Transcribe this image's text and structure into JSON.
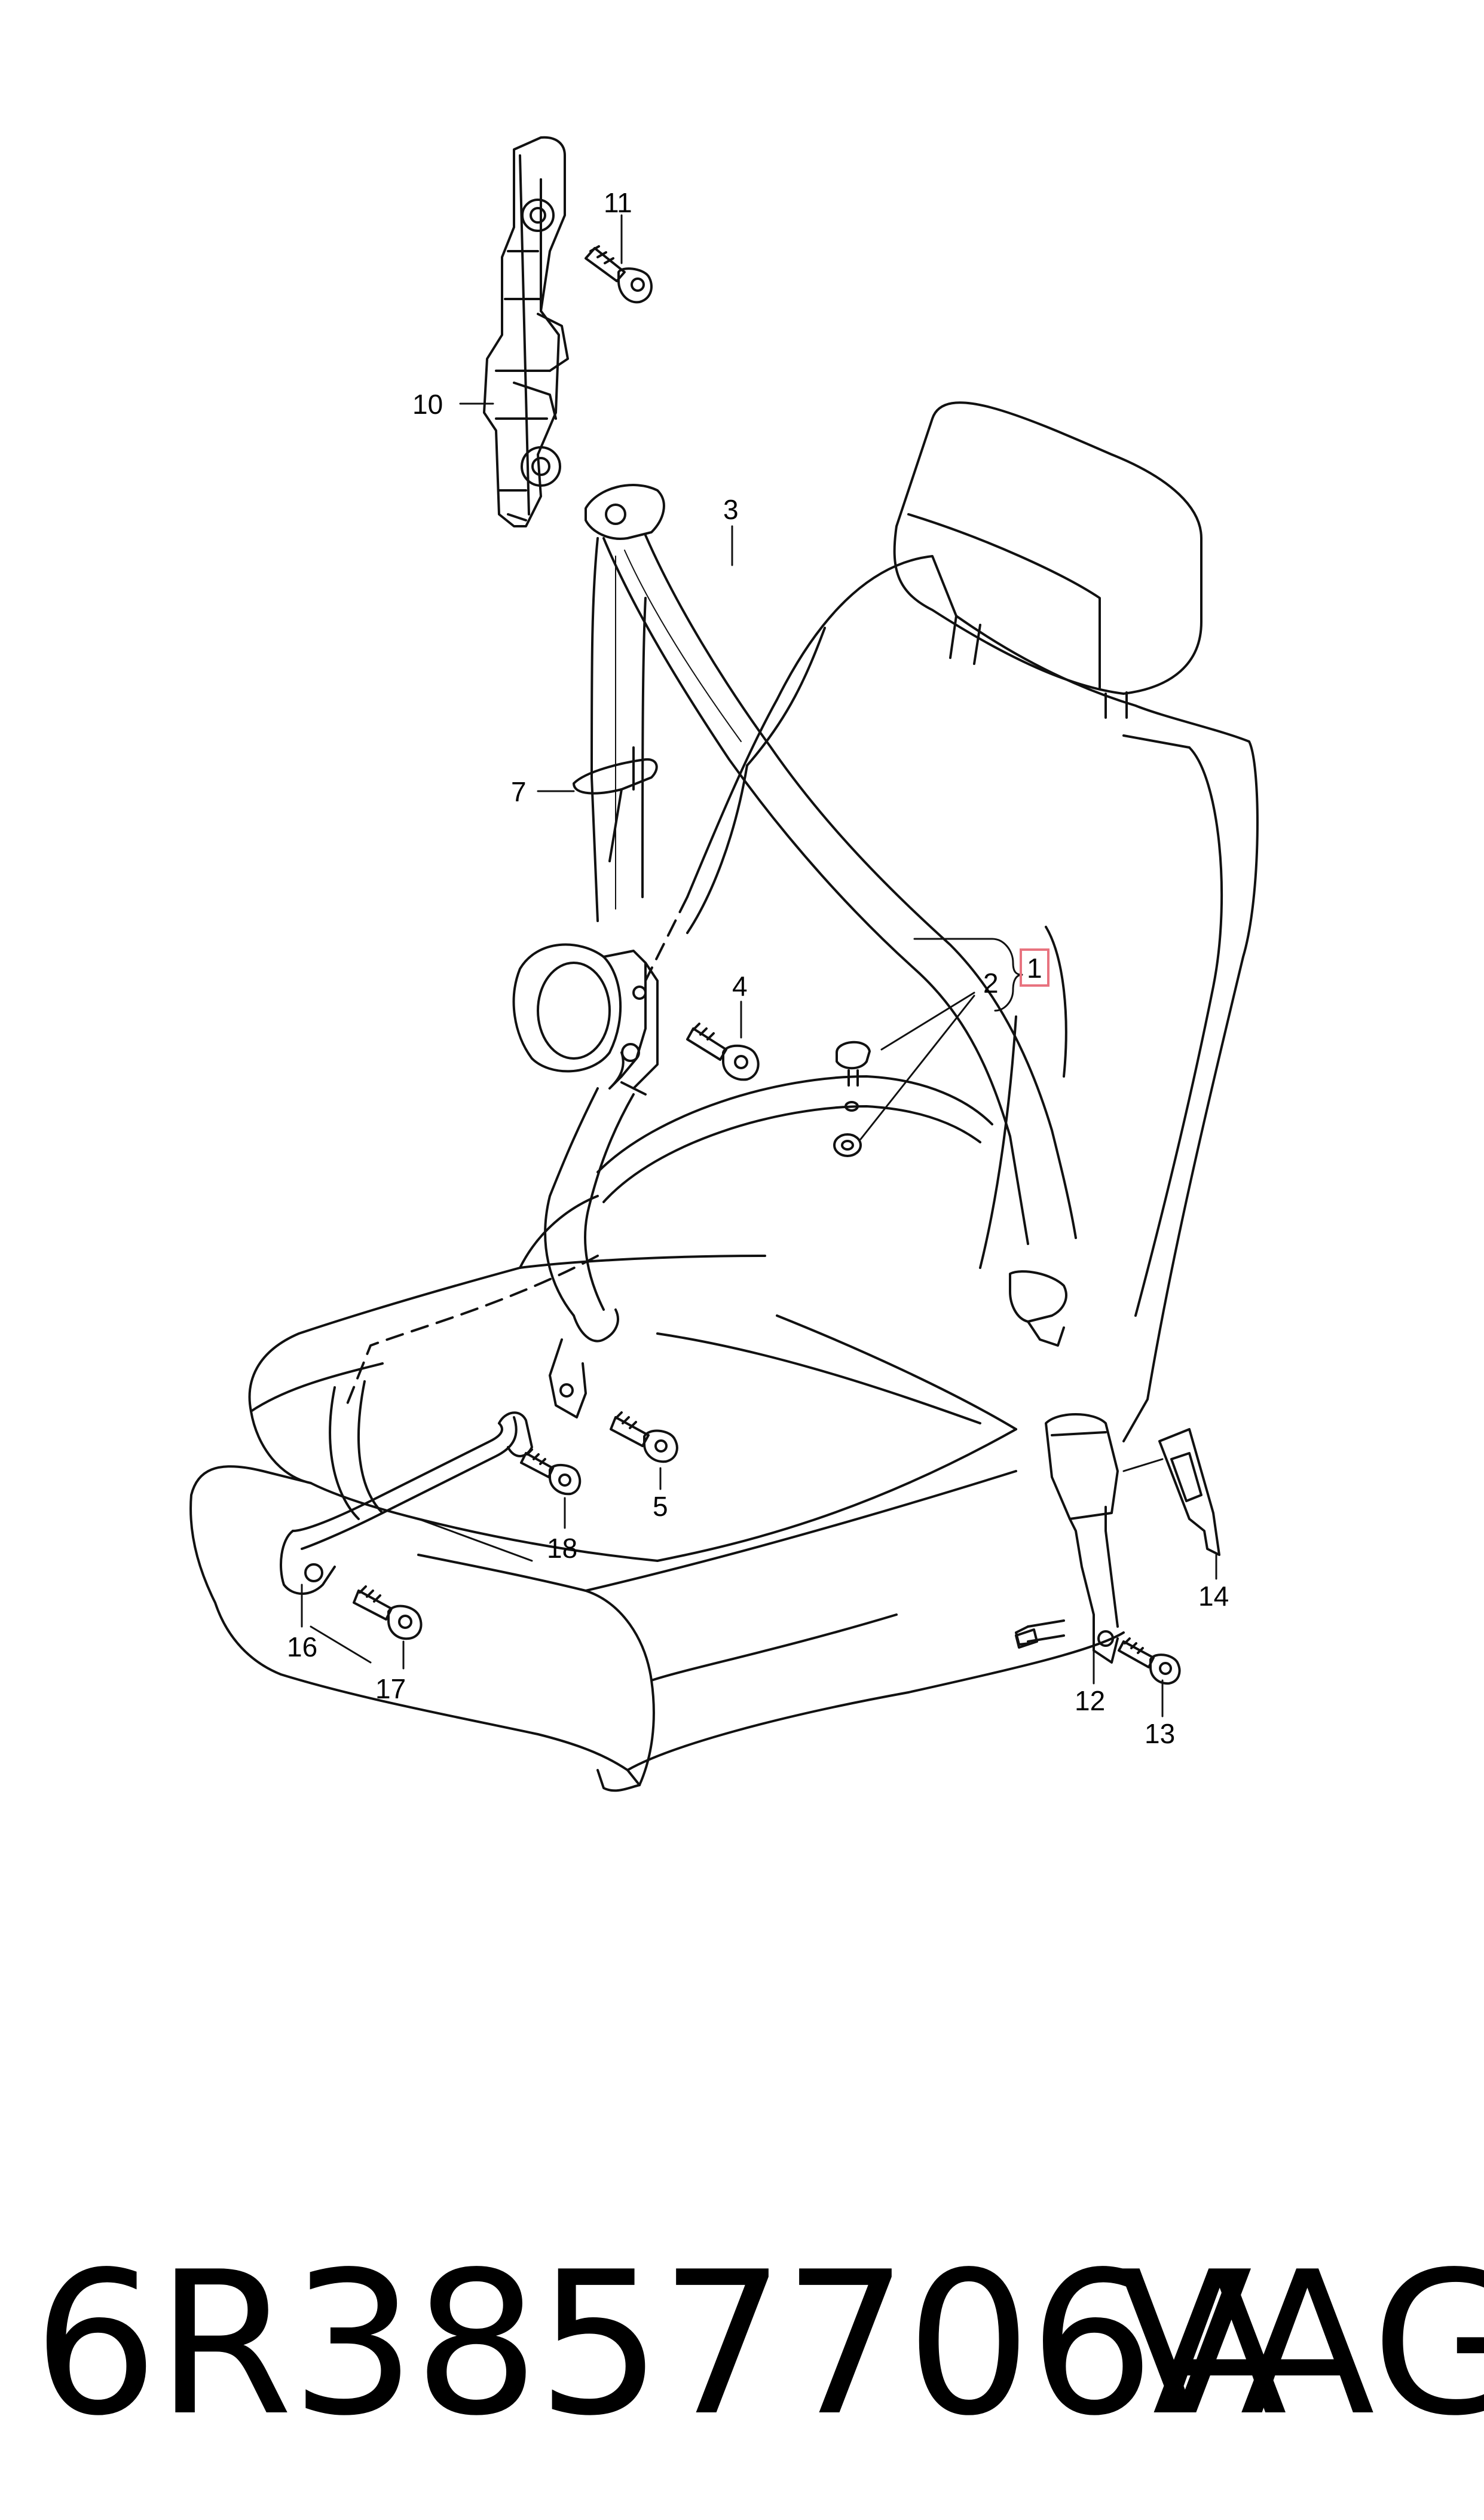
{
  "callouts": {
    "c1": "1",
    "c2": "2",
    "c3": "3",
    "c4": "4",
    "c5": "5",
    "c7": "7",
    "c10": "10",
    "c11": "11",
    "c12": "12",
    "c13": "13",
    "c14": "14",
    "c16": "16",
    "c17": "17",
    "c18": "18"
  },
  "highlight_color": "#e8737f",
  "footer": {
    "part_number": "6R3857706A",
    "brand": "VAG"
  }
}
